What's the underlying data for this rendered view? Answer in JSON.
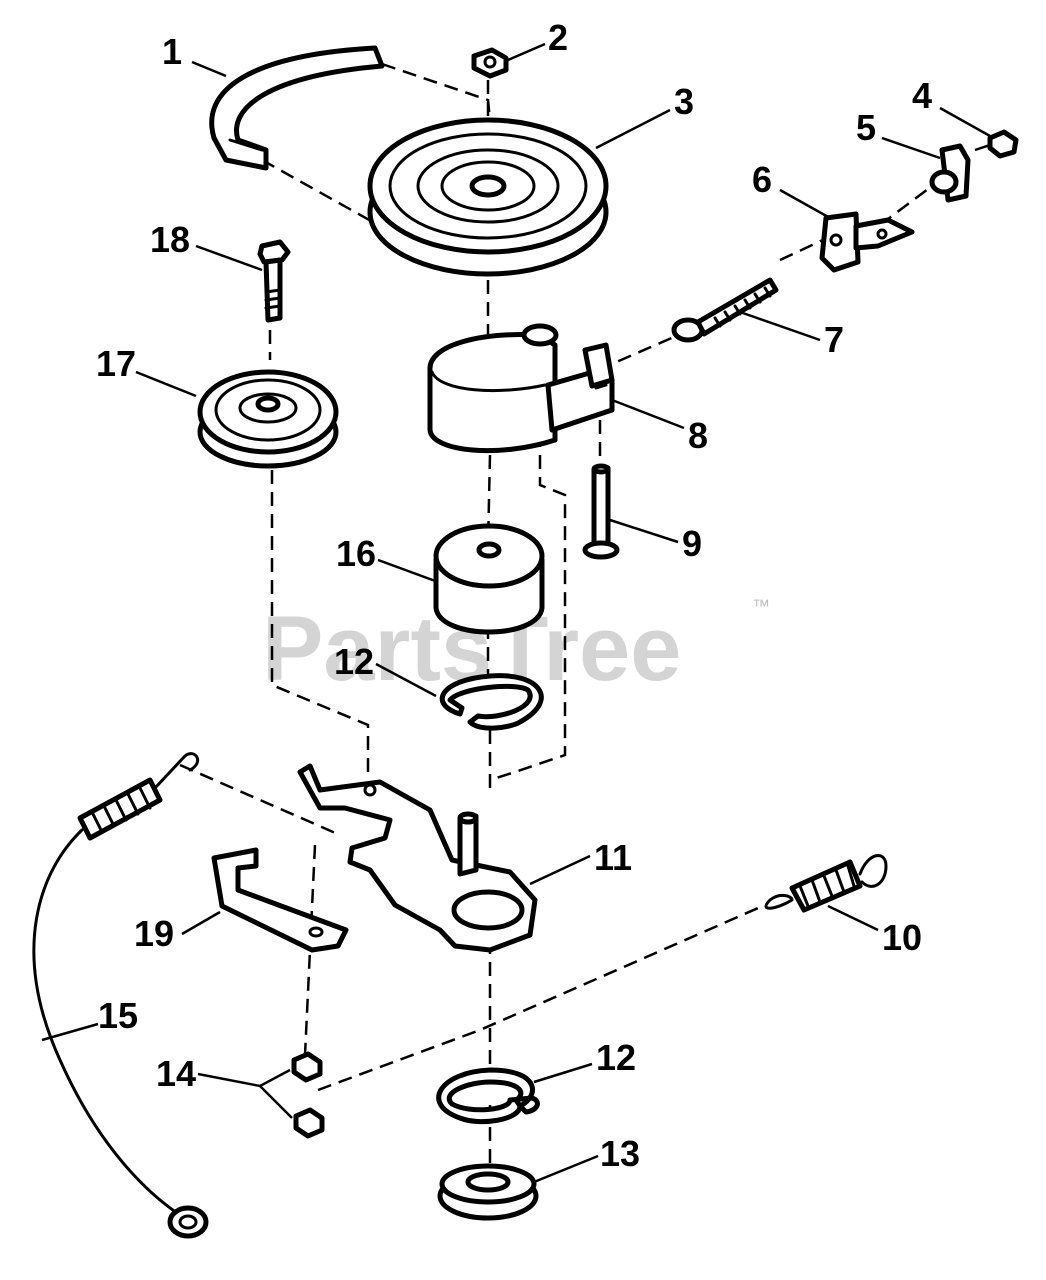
{
  "watermark": {
    "text": "PartsTree",
    "trademark": "™"
  },
  "callouts": {
    "c1": "1",
    "c2": "2",
    "c3": "3",
    "c4": "4",
    "c5": "5",
    "c6": "6",
    "c7": "7",
    "c8": "8",
    "c9": "9",
    "c10": "10",
    "c11": "11",
    "c12a": "12",
    "c12b": "12",
    "c13": "13",
    "c14": "14",
    "c15": "15",
    "c16": "16",
    "c17": "17",
    "c18": "18",
    "c19": "19"
  }
}
